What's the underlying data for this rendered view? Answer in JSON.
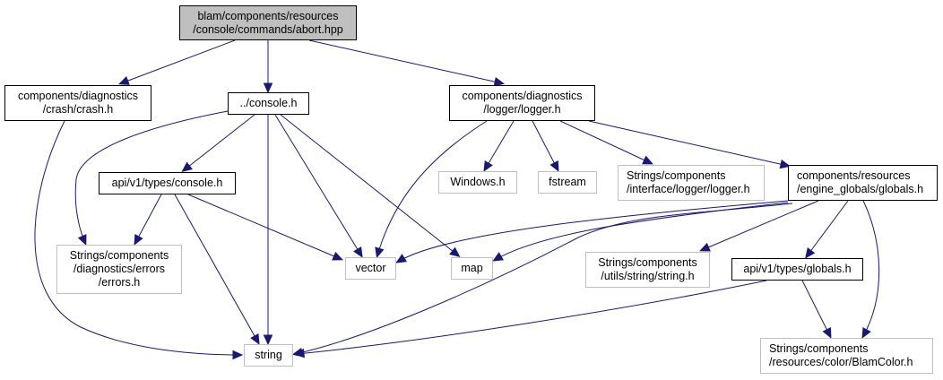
{
  "title": "Include dependency graph for abort.hpp",
  "colors": {
    "edge": "#191970",
    "root_fill": "#bfbfbf",
    "external_border": "#bfbfbf",
    "documented_border": "#000000"
  },
  "nodes": {
    "abort": {
      "label": "blam/components/resources\n/console/commands/abort.hpp",
      "kind": "root"
    },
    "crash": {
      "label": "components/diagnostics\n/crash/crash.h",
      "kind": "documented"
    },
    "console": {
      "label": "../console.h",
      "kind": "documented"
    },
    "logger": {
      "label": "components/diagnostics\n/logger/logger.h",
      "kind": "documented"
    },
    "apiconsole": {
      "label": "api/v1/types/console.h",
      "kind": "documented"
    },
    "errors": {
      "label": "Strings/components\n/diagnostics/errors\n/errors.h",
      "kind": "external"
    },
    "windows": {
      "label": "Windows.h",
      "kind": "external"
    },
    "fstream": {
      "label": "fstream",
      "kind": "external"
    },
    "ilogger": {
      "label": "Strings/components\n/interface/logger/logger.h",
      "kind": "external"
    },
    "globals": {
      "label": "components/resources\n/engine_globals/globals.h",
      "kind": "documented"
    },
    "vector": {
      "label": "vector",
      "kind": "external"
    },
    "map": {
      "label": "map",
      "kind": "external"
    },
    "strstring": {
      "label": "Strings/components\n/utils/string/string.h",
      "kind": "external"
    },
    "apiglobals": {
      "label": "api/v1/types/globals.h",
      "kind": "documented"
    },
    "string": {
      "label": "string",
      "kind": "external"
    },
    "blamcolor": {
      "label": "Strings/components\n/resources/color/BlamColor.h",
      "kind": "external"
    }
  },
  "edges": [
    [
      "abort",
      "crash"
    ],
    [
      "abort",
      "console"
    ],
    [
      "abort",
      "logger"
    ],
    [
      "crash",
      "string"
    ],
    [
      "console",
      "errors"
    ],
    [
      "console",
      "apiconsole"
    ],
    [
      "console",
      "string"
    ],
    [
      "console",
      "vector"
    ],
    [
      "console",
      "map"
    ],
    [
      "apiconsole",
      "errors"
    ],
    [
      "apiconsole",
      "vector"
    ],
    [
      "apiconsole",
      "string"
    ],
    [
      "logger",
      "vector"
    ],
    [
      "logger",
      "windows"
    ],
    [
      "logger",
      "fstream"
    ],
    [
      "logger",
      "ilogger"
    ],
    [
      "logger",
      "globals"
    ],
    [
      "globals",
      "vector"
    ],
    [
      "globals",
      "map"
    ],
    [
      "globals",
      "string"
    ],
    [
      "globals",
      "strstring"
    ],
    [
      "globals",
      "apiglobals"
    ],
    [
      "globals",
      "blamcolor"
    ],
    [
      "apiglobals",
      "string"
    ],
    [
      "apiglobals",
      "blamcolor"
    ]
  ]
}
